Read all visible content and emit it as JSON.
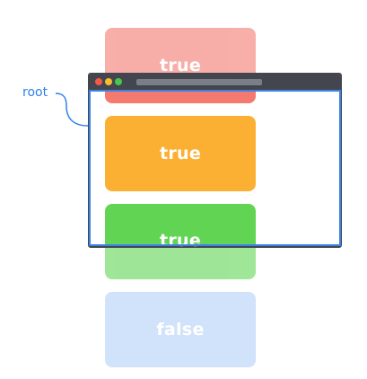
{
  "diagram": {
    "root_label": "root",
    "cards": [
      {
        "id": "red",
        "label": "true",
        "color": "#f47a6f",
        "inside_viewport": false
      },
      {
        "id": "orange",
        "label": "true",
        "color": "#fcb033",
        "inside_viewport": true
      },
      {
        "id": "green",
        "label": "true",
        "color": "#61d553",
        "inside_viewport": true
      },
      {
        "id": "blue",
        "label": "false",
        "color": "#b3cff9",
        "inside_viewport": false
      }
    ],
    "colors": {
      "frame": "#43464f",
      "viewport_outline": "#3b82e6",
      "dot_red": "#f25a4b",
      "dot_yellow": "#f7bd2f",
      "dot_green": "#48c74d",
      "address_bar": "#7a7e89",
      "label": "#2f80ed"
    }
  }
}
